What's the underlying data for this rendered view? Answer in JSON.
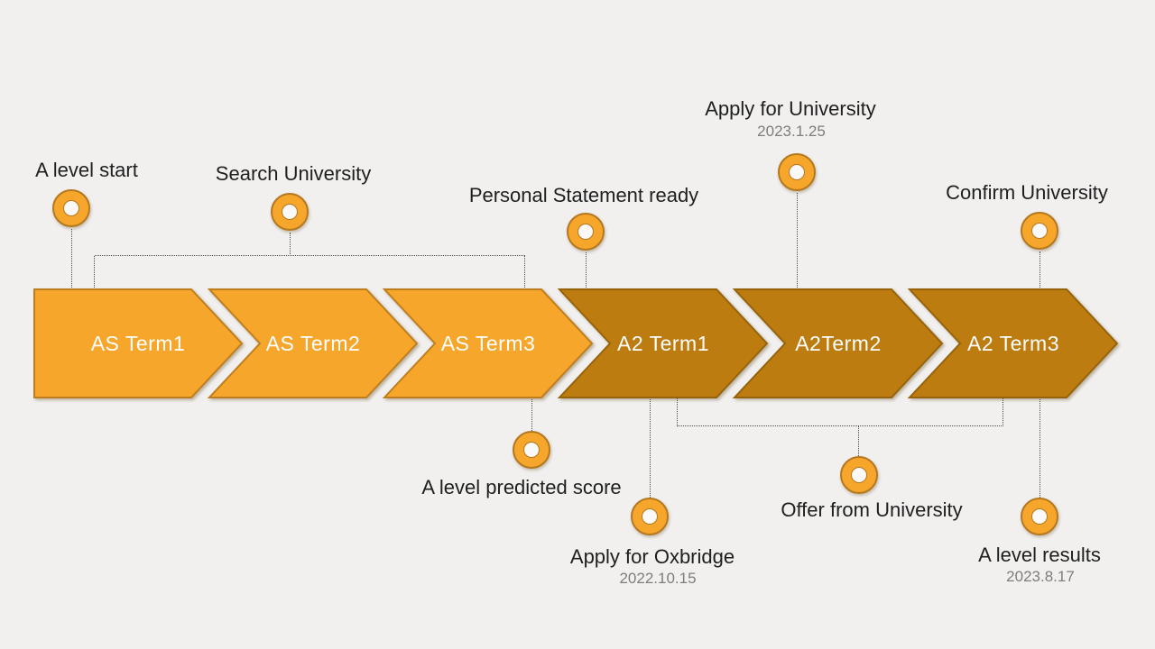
{
  "diagram": {
    "type": "timeline-process",
    "background_color": "#F1F0EF",
    "stage_fill_light": "#F6A62B",
    "stage_fill_dark": "#BC7C10",
    "marker_fill": "#F6A62B",
    "marker_border": "#B5781F",
    "label_color": "#1F1F1F",
    "date_color": "#7D7D7D"
  },
  "stages": [
    {
      "label": "AS Term1",
      "variant": "light"
    },
    {
      "label": "AS Term2",
      "variant": "light"
    },
    {
      "label": "AS Term3",
      "variant": "light"
    },
    {
      "label": "A2 Term1",
      "variant": "dark"
    },
    {
      "label": "A2Term2",
      "variant": "dark"
    },
    {
      "label": "A2 Term3",
      "variant": "dark"
    }
  ],
  "milestones": [
    {
      "label": "A level start",
      "date": ""
    },
    {
      "label": "Search University",
      "date": ""
    },
    {
      "label": "Personal Statement ready",
      "date": ""
    },
    {
      "label": "Apply for University",
      "date": "2023.1.25"
    },
    {
      "label": "Confirm University",
      "date": ""
    },
    {
      "label": "A level predicted score",
      "date": ""
    },
    {
      "label": "Apply for Oxbridge",
      "date": "2022.10.15"
    },
    {
      "label": "Offer from University",
      "date": ""
    },
    {
      "label": "A level results",
      "date": "2023.8.17"
    }
  ]
}
